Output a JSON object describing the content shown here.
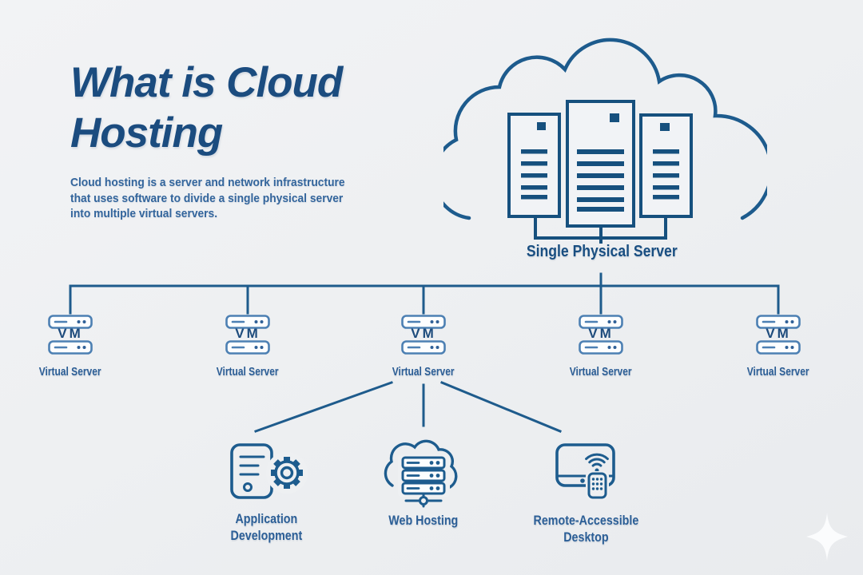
{
  "header": {
    "title": "What is Cloud\nHosting",
    "description": "Cloud hosting is a server and network infrastructure\nthat uses software to divide a single physical server\ninto multiple virtual servers."
  },
  "diagram": {
    "physical_server": {
      "label": "Single Physical Server",
      "icon": "cloud-with-server-towers-icon"
    },
    "virtual_servers": [
      {
        "icon_text": "VM",
        "label": "Virtual Server"
      },
      {
        "icon_text": "VM",
        "label": "Virtual Server"
      },
      {
        "icon_text": "VM",
        "label": "Virtual Server"
      },
      {
        "icon_text": "VM",
        "label": "Virtual Server"
      },
      {
        "icon_text": "VM",
        "label": "Virtual Server"
      }
    ],
    "services": [
      {
        "label": "Application\nDevelopment",
        "icon": "app-development-icon"
      },
      {
        "label": "Web Hosting",
        "icon": "web-hosting-icon"
      },
      {
        "label": "Remote-Accessible\nDesktop",
        "icon": "remote-desktop-icon"
      }
    ]
  },
  "decor": {
    "sparkle": "four-point-star-icon"
  },
  "colors": {
    "background": "#eef0f2",
    "title_blue": "#1b4c7f",
    "body_blue": "#33659c",
    "line_blue": "#1e5b8c",
    "tower_blue": "#16507e",
    "vm_stroke_light": "#4d80b3",
    "label_blue": "#2b5d95",
    "sparkle_white": "#fbfcfd"
  }
}
